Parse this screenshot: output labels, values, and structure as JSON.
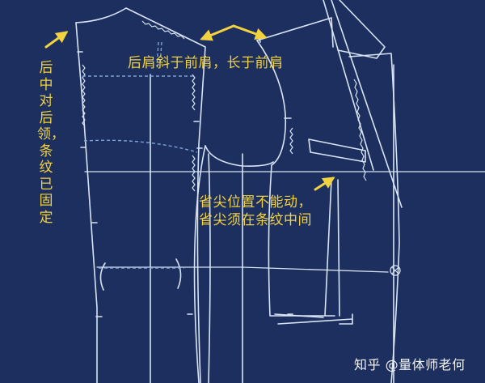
{
  "diagram": {
    "type": "garment pattern draft (jacket back and front panels)",
    "background_color": "#1c2f5f",
    "line_color": "#d8e4f4",
    "dashed_line_color": "#7fa3d6",
    "annotation_color": "#f2d23e",
    "watermark_color": "#f4f4f4"
  },
  "annotations": {
    "shoulder_note": "后肩斜于前肩，长于前肩",
    "back_center_note": "后中对后领，条纹已固定",
    "dart_note_line1": "省尖位置不能动，",
    "dart_note_line2": "省尖须在条纹中间"
  },
  "arrows": [
    {
      "name": "back-neck-arrow",
      "points_to": "back center neck point"
    },
    {
      "name": "shoulder-double-arrow",
      "points_to": "back shoulder tip and front shoulder tip"
    },
    {
      "name": "dart-tip-arrow",
      "points_to": "front dart tip"
    }
  ],
  "watermark": {
    "text": "知乎 @量体师老何"
  }
}
